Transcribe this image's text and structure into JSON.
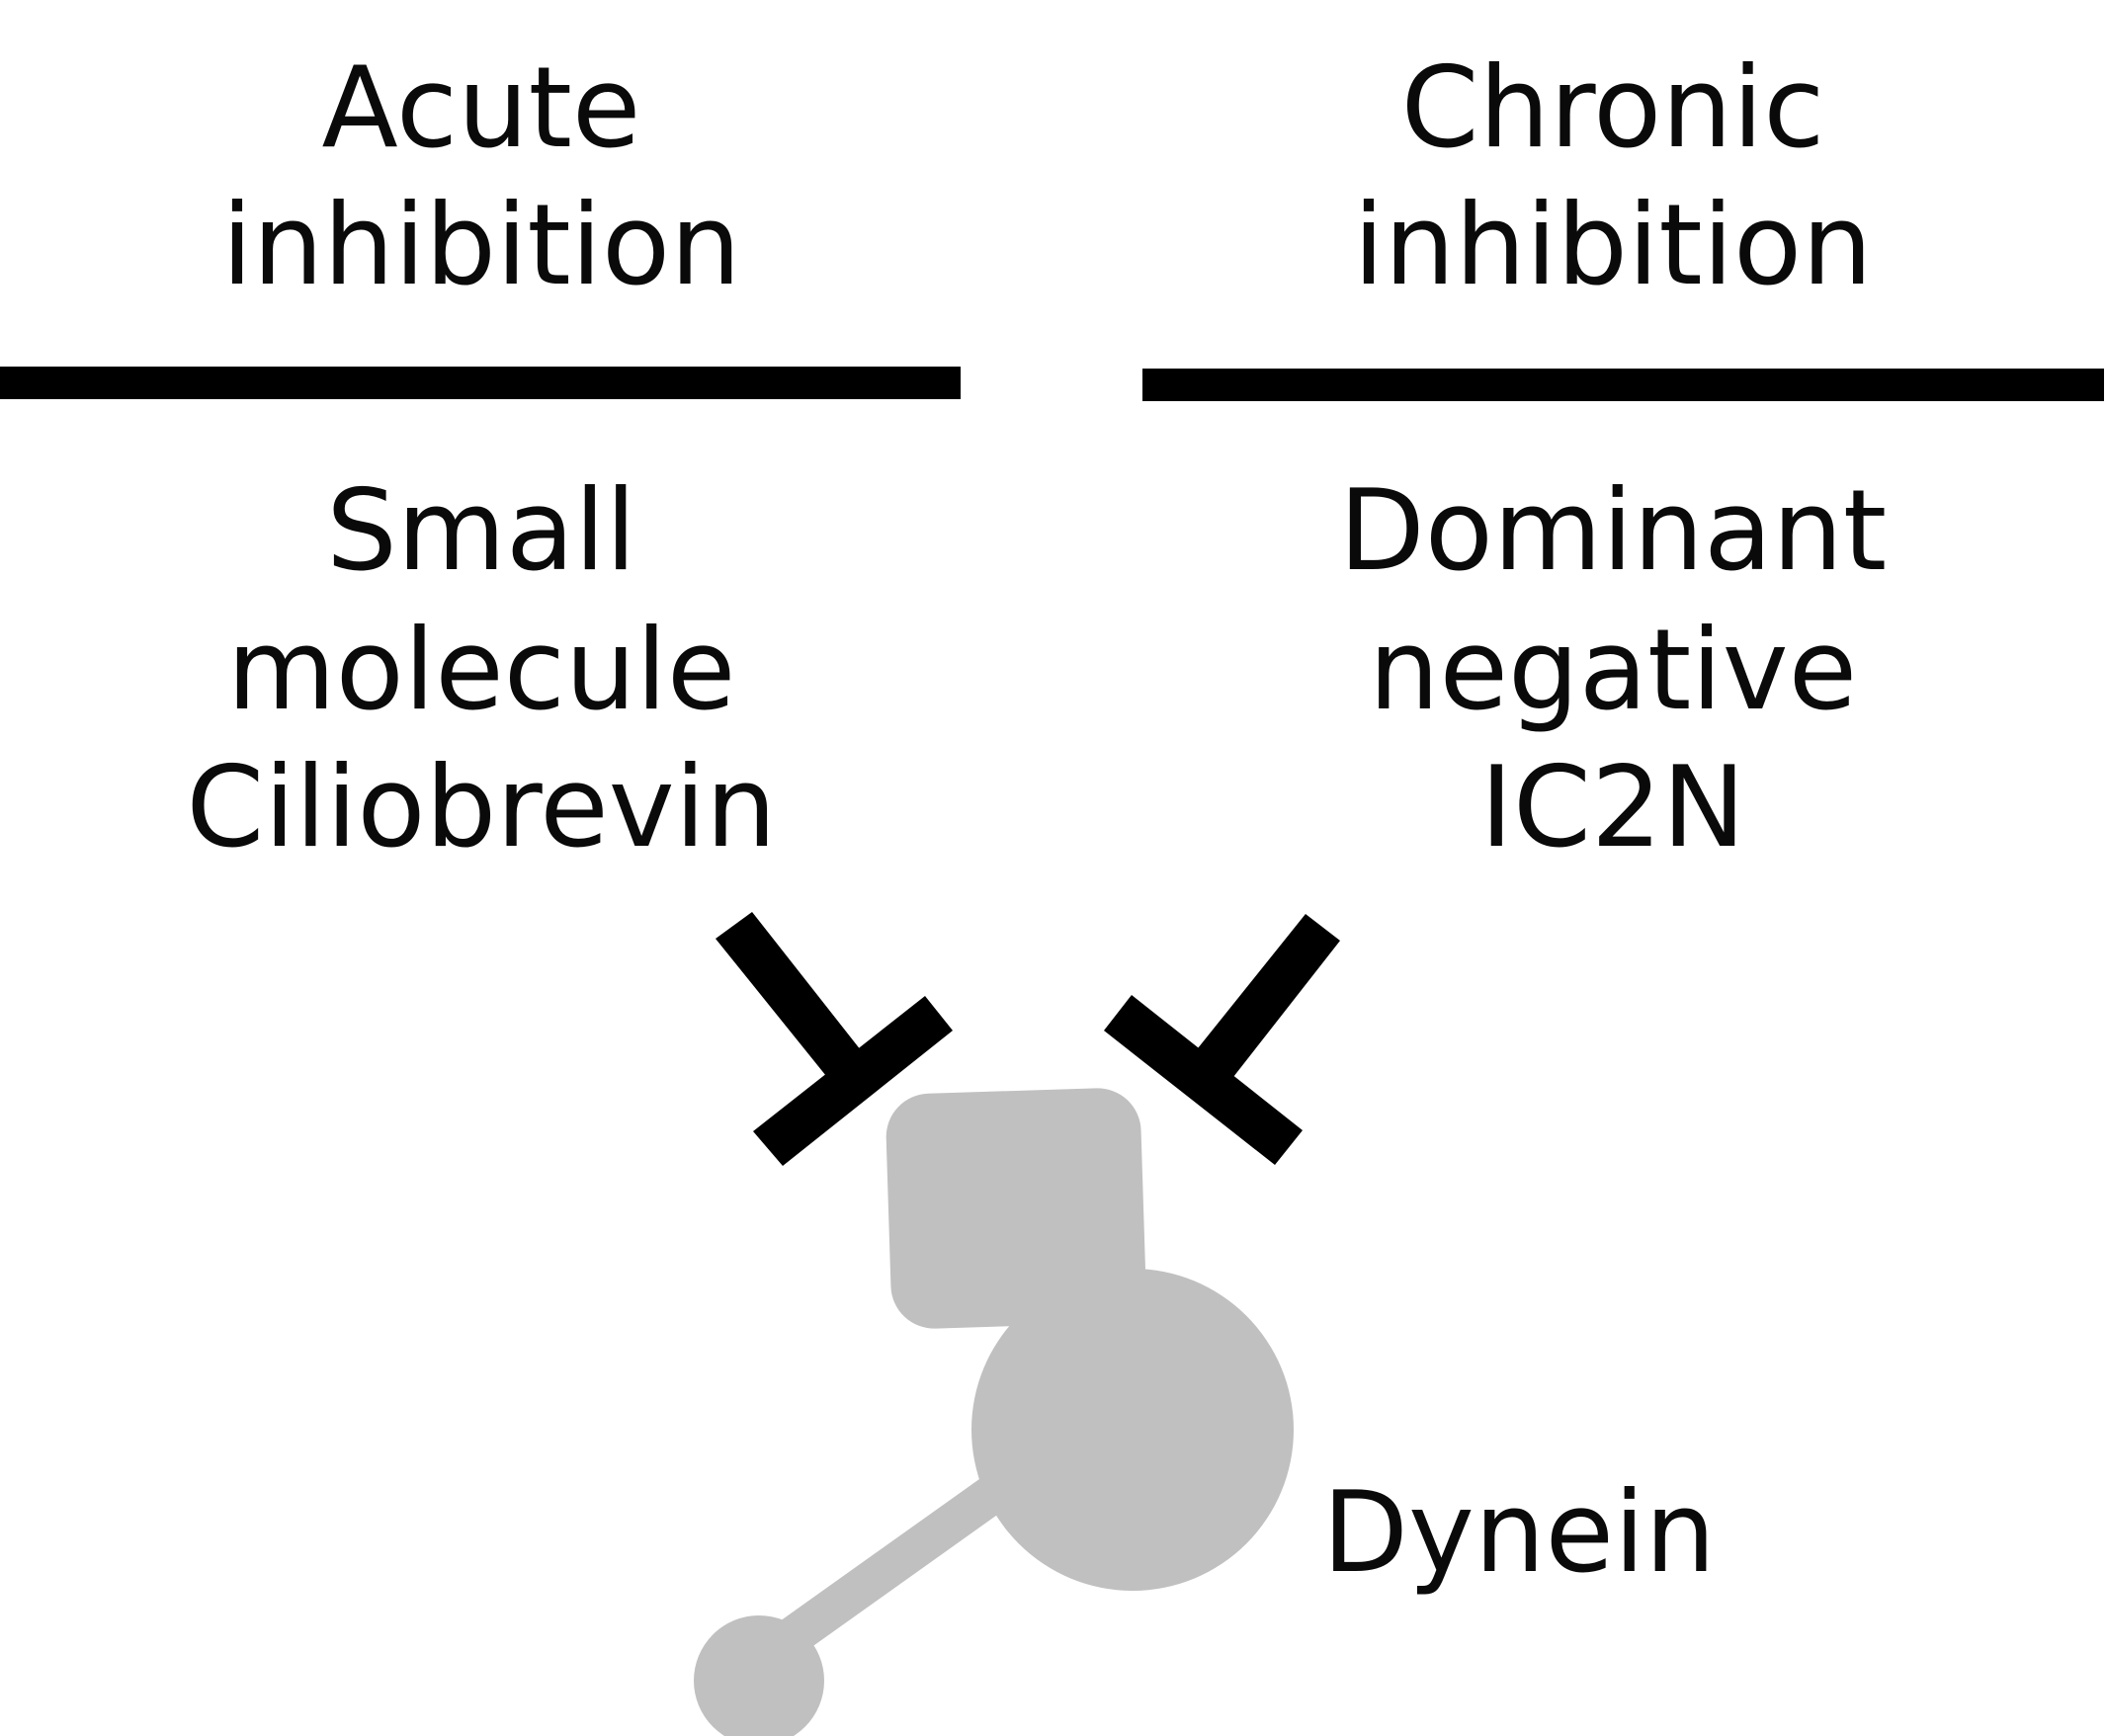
{
  "columns": [
    {
      "id": "acute",
      "heading_lines": [
        "Acute",
        "inhibition"
      ],
      "agent_lines": [
        "Small",
        "molecule",
        "Ciliobrevin"
      ]
    },
    {
      "id": "chronic",
      "heading_lines": [
        "Chronic",
        "inhibition"
      ],
      "agent_lines": [
        "Dominant",
        "negative",
        "IC2N"
      ]
    }
  ],
  "target": {
    "label": "Dynein"
  },
  "colors": {
    "text": "#0a0a0a",
    "divider": "#000000",
    "inhibitor": "#000000",
    "protein": "#c0c0c0",
    "background": "#ffffff"
  }
}
